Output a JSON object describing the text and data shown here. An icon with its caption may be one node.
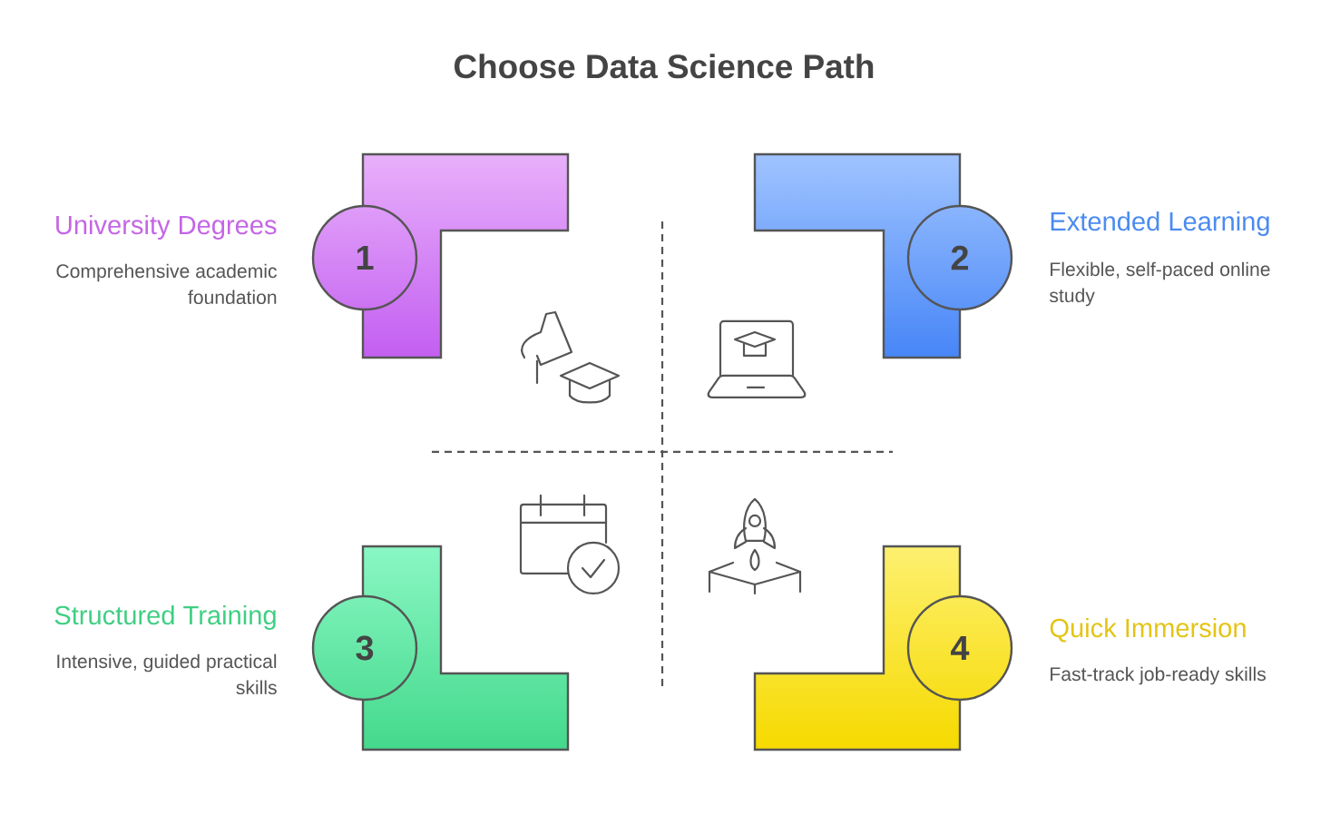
{
  "diagram": {
    "title": "Choose Data Science Path",
    "nodes": [
      {
        "text": [
          "1"
        ],
        "beside": [
          "University Degrees",
          "Comprehensive academic foundation"
        ]
      },
      {
        "text": [
          "2"
        ],
        "beside": [
          "Extended Learning",
          "Flexible, self-paced online study"
        ]
      },
      {
        "text": [
          "3"
        ],
        "beside": [
          "Structured Training",
          "Intensive, guided practical skills"
        ]
      },
      {
        "text": [
          "4"
        ],
        "beside": [
          "Quick Immersion",
          "Fast-track job-ready skills"
        ]
      }
    ]
  }
}
